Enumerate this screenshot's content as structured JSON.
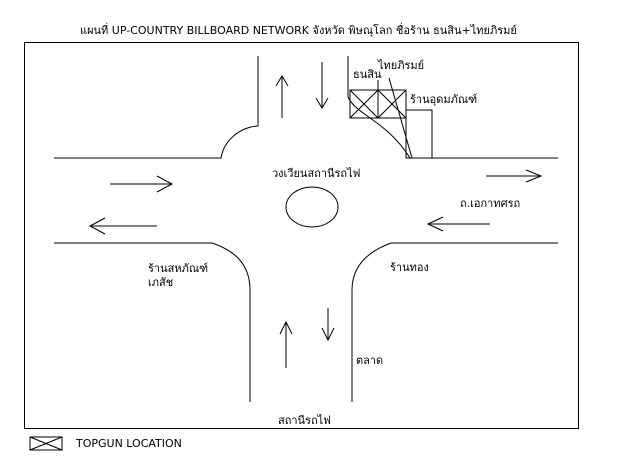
{
  "title": "แผนที่ UP-COUNTRY BILLBOARD NETWORK จังหวัด พิษณุโลก ชื่อร้าน ธนสิน+ไทยภิรมย์",
  "labels": {
    "shop_thaiphirom": "ไทยภิรมย์",
    "shop_thanasin": "ธนสิน",
    "shop_udomphan": "ร้านอุดมภัณฑ์",
    "roundabout": "วงเวียนสถานีรถไฟ",
    "road_ekathotsarot": "ถ.เอกาทศรถ",
    "shop_sahaphan": "ร้านสหภัณฑ์\nเภสัช",
    "shop_thong": "ร้านทอง",
    "market": "ตลาด",
    "station": "สถานีรถไฟ"
  },
  "legend": {
    "label": "TOPGUN LOCATION",
    "icon": "cross-box-icon"
  },
  "colors": {
    "line": "#000000",
    "background": "#ffffff"
  }
}
